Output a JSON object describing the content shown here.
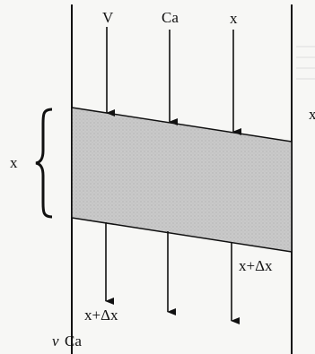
{
  "labels": {
    "top_v": "V",
    "top_ca": "Ca",
    "top_x": "x",
    "left_x": "x",
    "right_edge": "x",
    "right_x_dx": "x+Δx",
    "bottom_x_dx": "x+Δx",
    "bottom_v": "v",
    "bottom_ca": "Ca"
  },
  "colors": {
    "ink": "#111111",
    "element_fill": "#c8c8c8",
    "background": "#f7f7f5"
  }
}
